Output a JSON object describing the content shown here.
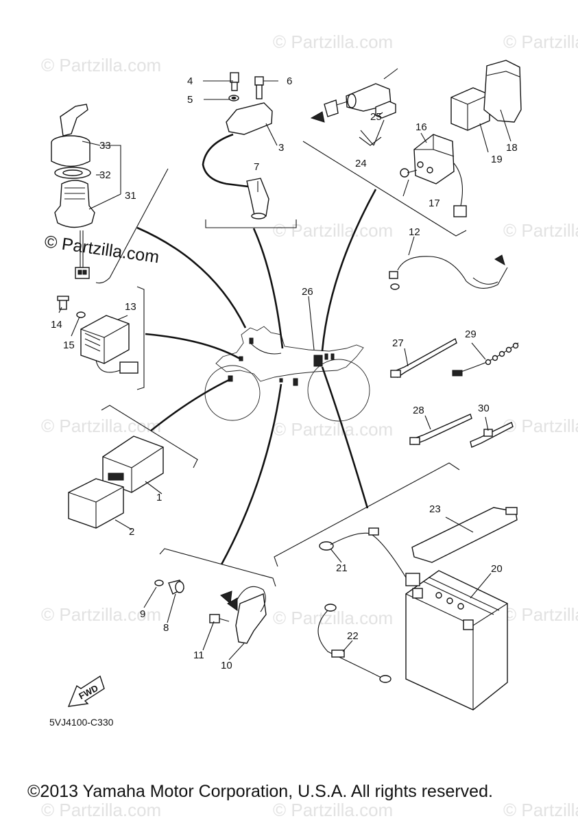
{
  "watermark": "© Partzilla.com",
  "logo_text": "© Partzilla.com",
  "diagram_code": "5VJ4100-C330",
  "copyright": "©2013 Yamaha Motor Corporation, U.S.A. All rights reserved.",
  "fwd_label": "FWD",
  "callouts": {
    "p1": "1",
    "p2": "2",
    "p3": "3",
    "p4": "4",
    "p5": "5",
    "p6": "6",
    "p7": "7",
    "p8": "8",
    "p9": "9",
    "p10": "10",
    "p11": "11",
    "p12": "12",
    "p13": "13",
    "p14": "14",
    "p15": "15",
    "p16": "16",
    "p17": "17",
    "p18": "18",
    "p19": "19",
    "p20": "20",
    "p21": "21",
    "p22": "22",
    "p23": "23",
    "p24": "24",
    "p25": "25",
    "p26": "26",
    "p27": "27",
    "p28": "28",
    "p29": "29",
    "p30": "30",
    "p31": "31",
    "p32": "32",
    "p33": "33"
  }
}
